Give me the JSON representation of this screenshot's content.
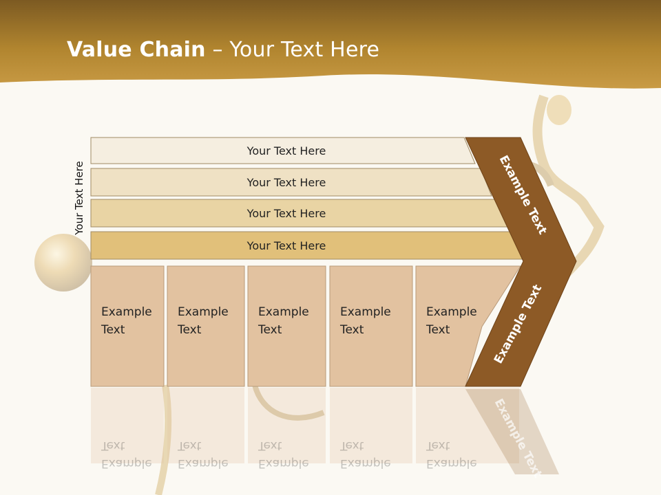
{
  "slide": {
    "title_bold": "Value Chain",
    "title_rest": " – Your Text Here",
    "side_label": "Your Text Here"
  },
  "support_bars": [
    {
      "label": "Your Text Here",
      "color": "#f5eee0"
    },
    {
      "label": "Your Text Here",
      "color": "#efe1c4"
    },
    {
      "label": "Your Text Here",
      "color": "#e9d4a4"
    },
    {
      "label": "Your Text Here",
      "color": "#e1c07a"
    }
  ],
  "primary_boxes": [
    {
      "line1": "Example",
      "line2": "Text"
    },
    {
      "line1": "Example",
      "line2": "Text"
    },
    {
      "line1": "Example",
      "line2": "Text"
    },
    {
      "line1": "Example",
      "line2": "Text"
    },
    {
      "line1": "Example",
      "line2": "Text"
    }
  ],
  "chevron": {
    "upper_text": "Example Text",
    "lower_text": "Example Text",
    "color": "#8d5a26"
  },
  "colors": {
    "header_gold": "#b98a34",
    "box_fill": "#e2c2a0",
    "background": "#fbf9f3"
  }
}
